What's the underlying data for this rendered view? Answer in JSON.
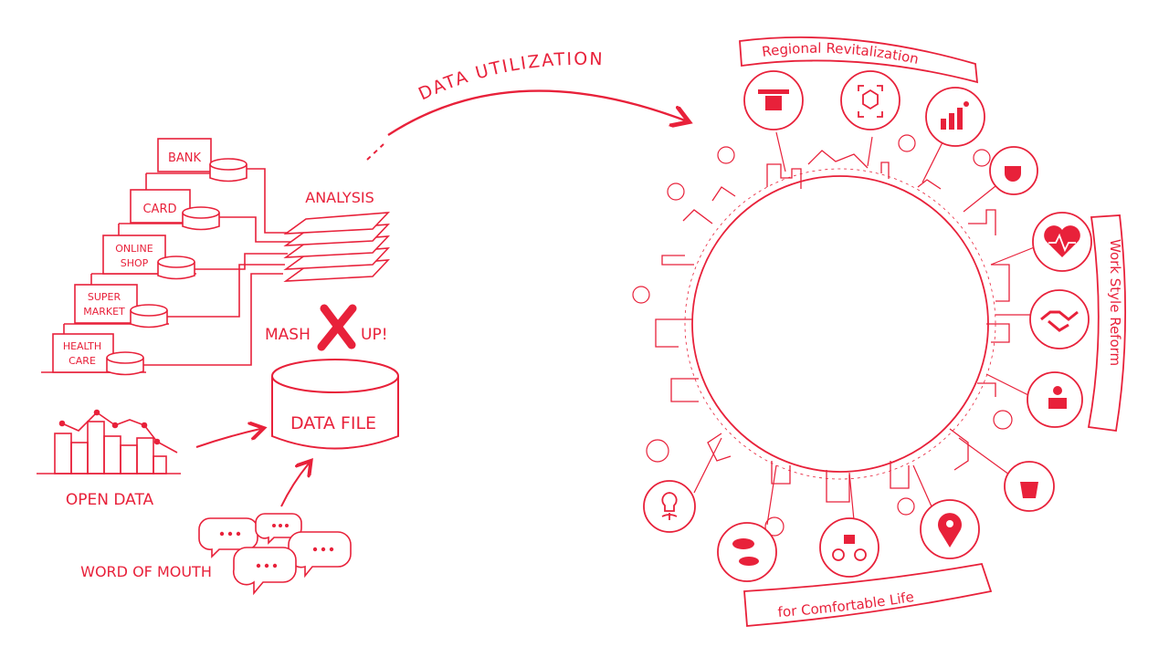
{
  "colors": {
    "accent": "#e8213a",
    "background": "#ffffff"
  },
  "sources": {
    "bank": "BANK",
    "card": "CARD",
    "online_shop_line1": "ONLINE",
    "online_shop_line2": "SHOP",
    "supermarket_line1": "SUPER",
    "supermarket_line2": "MARKET",
    "healthcare_line1": "HEALTH",
    "healthcare_line2": "CARE"
  },
  "analysis_label": "ANALYSIS",
  "mashup": {
    "left": "MASH",
    "right": "UP!"
  },
  "data_file_label": "DATA FILE",
  "open_data_label": "OPEN DATA",
  "word_of_mouth_label": "WORD OF MOUTH",
  "data_utilization_label": "DATA UTILIZATION",
  "banners": {
    "regional": "Regional Revitalization",
    "work_style": "Work Style Reform",
    "comfortable": "for Comfortable Life"
  },
  "icons": [
    "drone-icon",
    "box-scan-icon",
    "growth-chart-icon",
    "coffee-cup-icon",
    "heartbeat-icon",
    "handshake-icon",
    "remote-work-icon",
    "trash-bin-icon",
    "location-pin-icon",
    "delivery-bicycle-icon",
    "meat-fish-icon",
    "lightbulb-plant-icon"
  ]
}
